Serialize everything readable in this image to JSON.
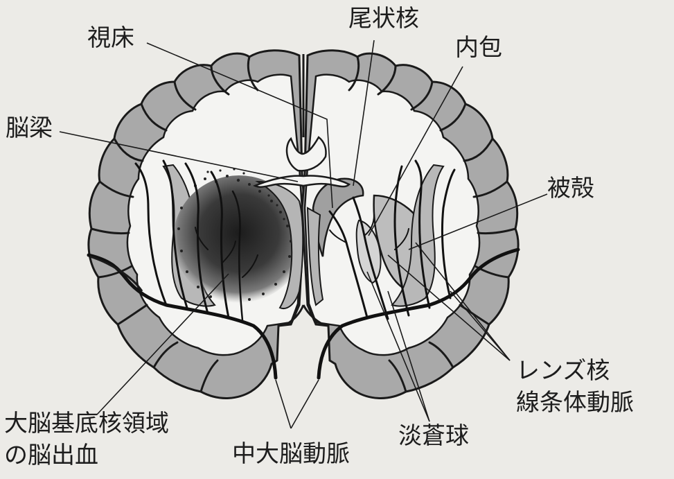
{
  "labels": {
    "thalamus": "視床",
    "caudate_nucleus": "尾状核",
    "internal_capsule": "内包",
    "corpus_callosum": "脳梁",
    "putamen": "被殻",
    "lenticulostriate_line1": "レンズ核",
    "lenticulostriate_line2": "線条体動脈",
    "hemorrhage_line1": "大脳基底核領域",
    "hemorrhage_line2": "の脳出血",
    "middle_cerebral_artery": "中大脳動脈",
    "globus_pallidus": "淡蒼球"
  },
  "colors": {
    "background": "#ecebe7",
    "gray_matter": "#a9a9a9",
    "white_matter": "#f4f4f2",
    "outline": "#1a1a1a",
    "hemorrhage": "#2c2c2c"
  }
}
